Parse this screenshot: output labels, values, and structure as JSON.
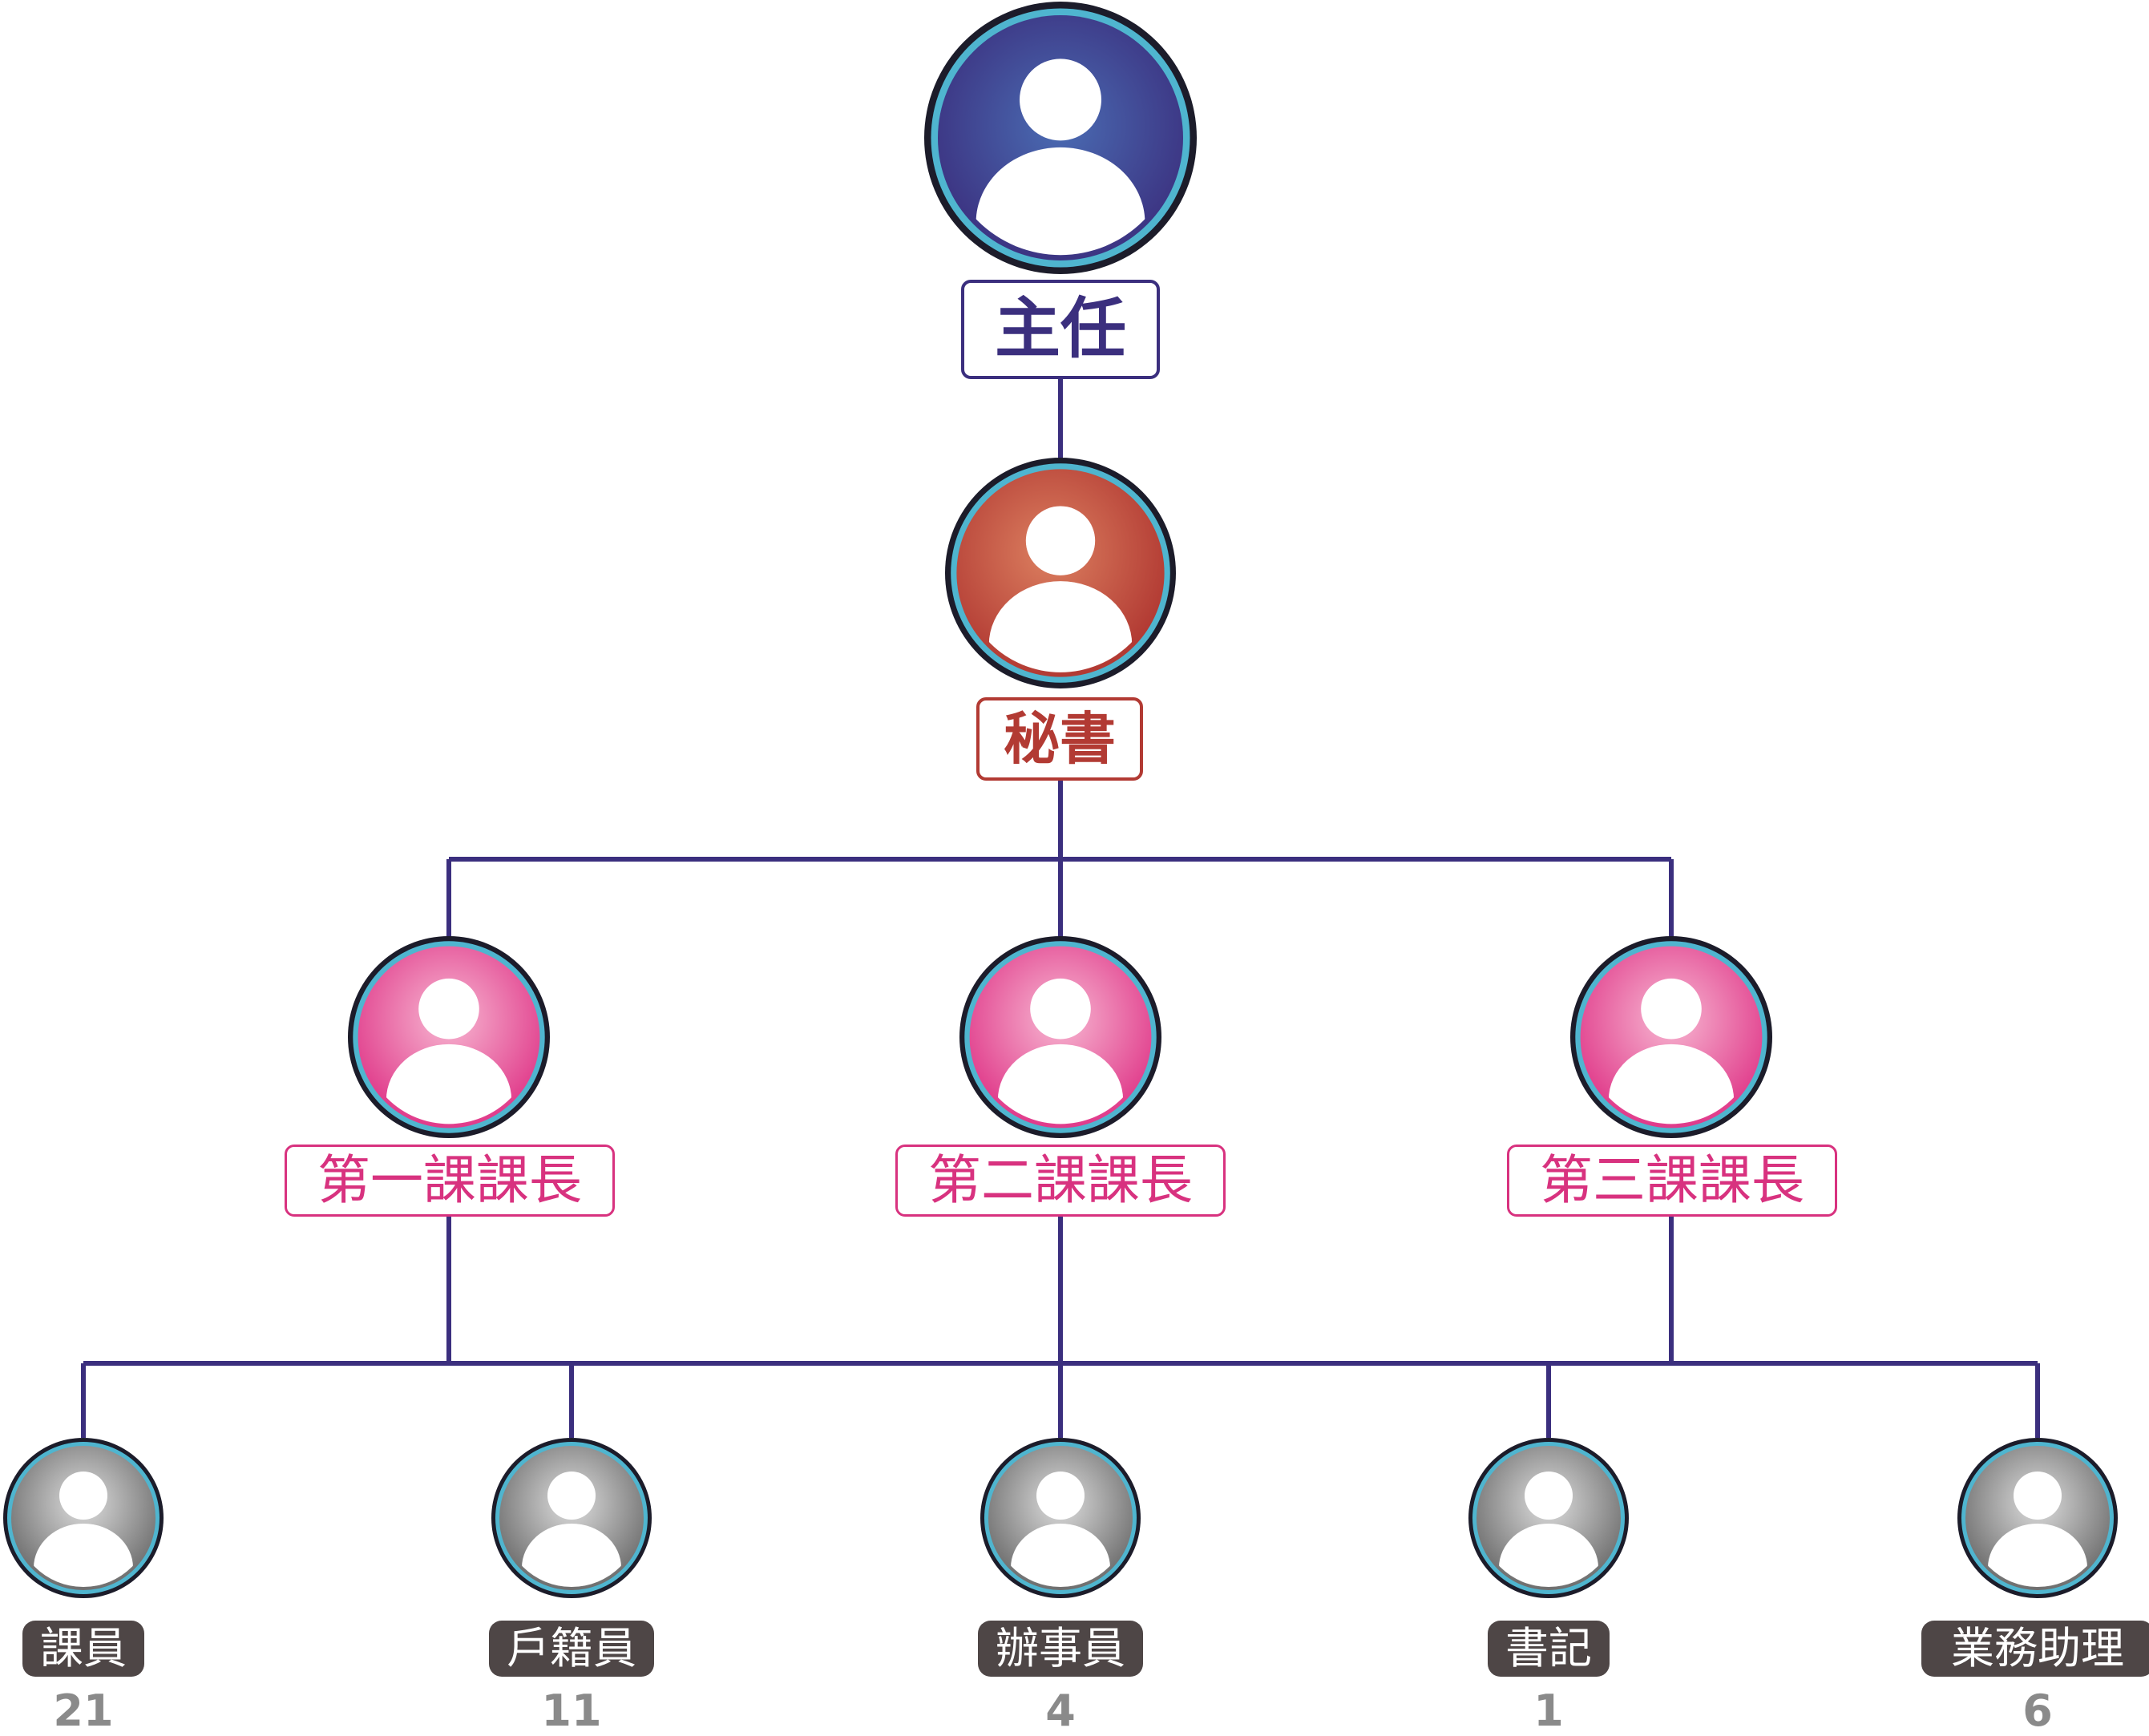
{
  "org_chart": {
    "director": {
      "title": "主任",
      "color": "#3b2f7e",
      "icon": "person-avatar-icon"
    },
    "secretary": {
      "title": "秘書",
      "color": "#b23a33",
      "icon": "person-avatar-icon"
    },
    "section_chiefs": [
      {
        "title": "第一課課長",
        "color": "#d8327f",
        "icon": "person-avatar-icon"
      },
      {
        "title": "第二課課長",
        "color": "#d8327f",
        "icon": "person-avatar-icon"
      },
      {
        "title": "第三課課長",
        "color": "#d8327f",
        "icon": "person-avatar-icon"
      }
    ],
    "staff": [
      {
        "title": "課員",
        "count": "21",
        "icon": "person-avatar-icon"
      },
      {
        "title": "戶籍員",
        "count": "11",
        "icon": "person-avatar-icon"
      },
      {
        "title": "辦事員",
        "count": "4",
        "icon": "person-avatar-icon"
      },
      {
        "title": "書記",
        "count": "1",
        "icon": "person-avatar-icon"
      },
      {
        "title": "業務助理",
        "count": "6",
        "icon": "person-avatar-icon"
      }
    ],
    "colors": {
      "connector": "#3b2f7e",
      "ring": "#4fb5cf",
      "staff_label_bg": "#4e4646",
      "count_text": "#8a8a8a"
    }
  }
}
